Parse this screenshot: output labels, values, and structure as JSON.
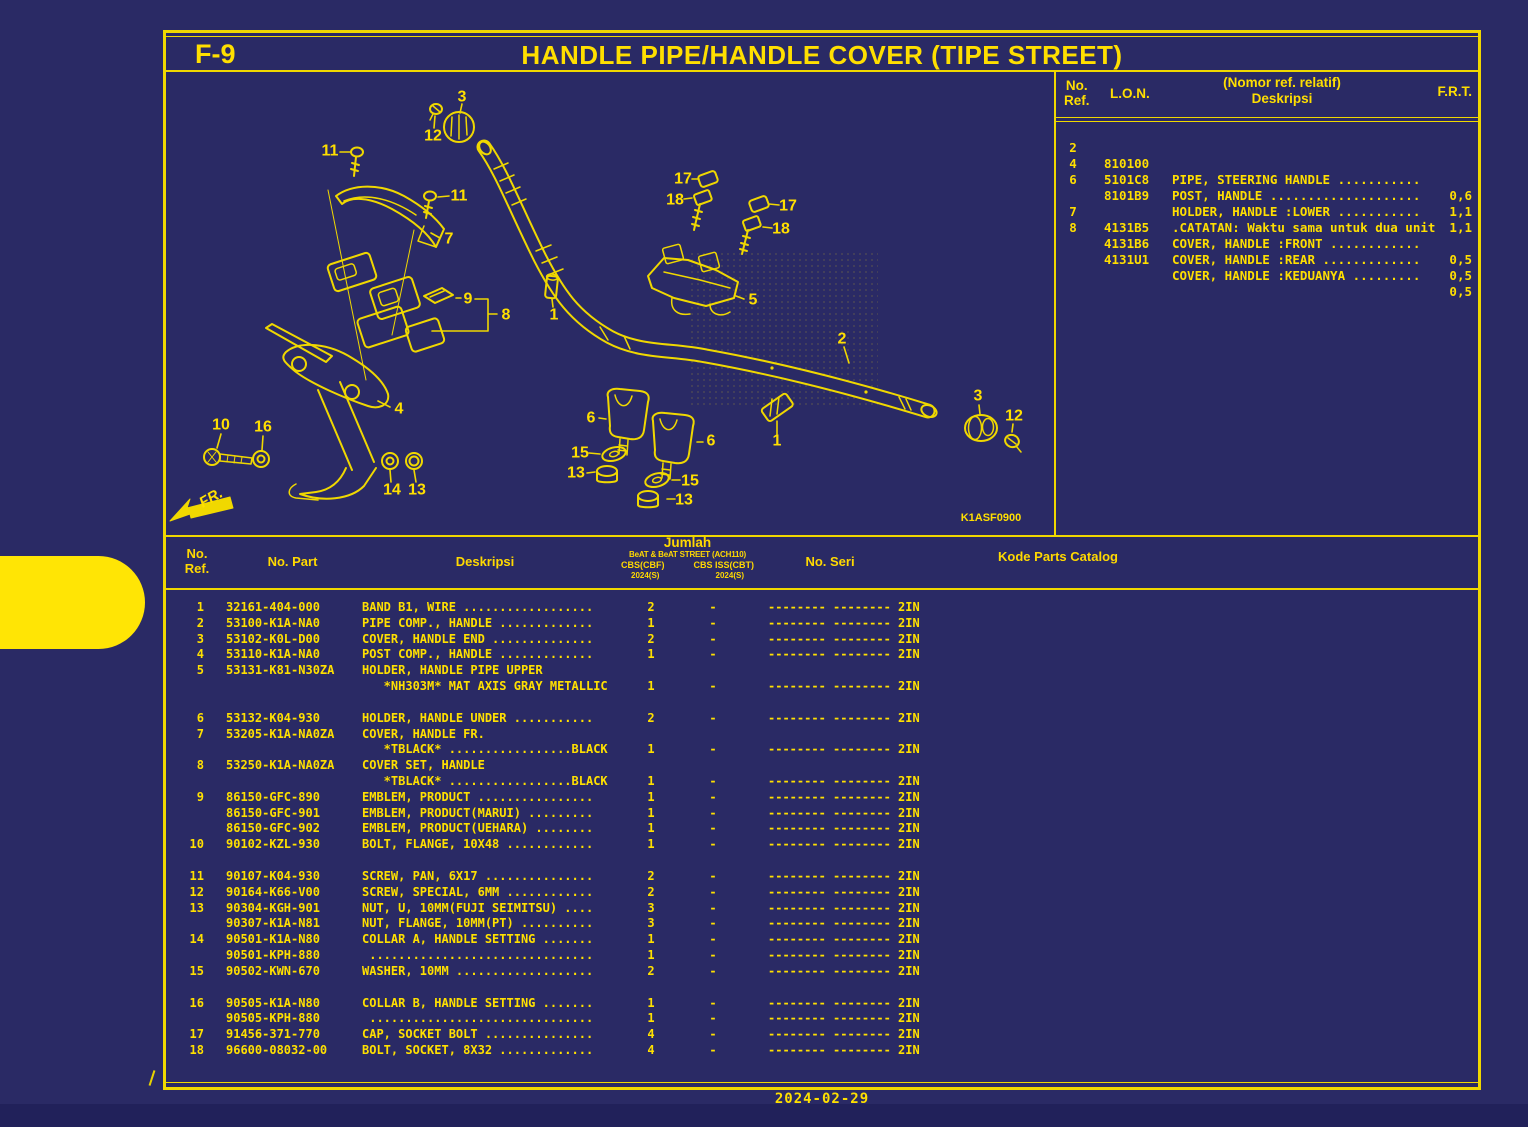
{
  "page": {
    "code": "F-9",
    "title": "HANDLE PIPE/HANDLE COVER (TIPE STREET)",
    "diagram_code": "K1ASF0900",
    "fr_label": "FR.",
    "date": "2024-02-29"
  },
  "ref_table": {
    "headers": {
      "ref_line1": "No.",
      "ref_line2": "Ref.",
      "lon": "L.O.N.",
      "desc_line1": "(Nomor ref. relatif)",
      "desc_line2": "Deskripsi",
      "frt": "F.R.T."
    },
    "rows": [
      {
        "ref": "2",
        "lon": "810100",
        "desc": "PIPE, STEERING HANDLE ...........",
        "frt": "0,6"
      },
      {
        "ref": "4",
        "lon": "5101C8",
        "desc": "POST, HANDLE ....................",
        "frt": "1,1"
      },
      {
        "ref": "6",
        "lon": "8101B9",
        "desc": "HOLDER, HANDLE :LOWER ...........",
        "frt": "1,1"
      },
      {
        "ref": "",
        "lon": "",
        "desc": ".CATATAN: Waktu sama untuk dua unit",
        "frt": ""
      },
      {
        "ref": "7",
        "lon": "4131B5",
        "desc": "COVER, HANDLE :FRONT ............",
        "frt": "0,5"
      },
      {
        "ref": "8",
        "lon": "4131B6",
        "desc": "COVER, HANDLE :REAR .............",
        "frt": "0,5"
      },
      {
        "ref": "",
        "lon": "4131U1",
        "desc": "COVER, HANDLE :KEDUANYA .........",
        "frt": "0,5"
      }
    ]
  },
  "main_table": {
    "headers": {
      "ref_line1": "No.",
      "ref_line2": "Ref.",
      "part": "No. Part",
      "desc": "Deskripsi",
      "jumlah": "Jumlah",
      "jumlah_model": "BeAT & BeAT STREET (ACH110)",
      "jumlah_col1": "CBS(CBF)",
      "jumlah_col2": "CBS ISS(CBT)",
      "jumlah_year1": "2024(S)",
      "jumlah_year2": "2024(S)",
      "seri": "No. Seri",
      "kode": "Kode Parts Catalog"
    },
    "rows": [
      {
        "ref": "1",
        "part": "32161-404-000",
        "desc": "BAND B1, WIRE ..................",
        "qty": "2",
        "q2": "-",
        "seri": "-------- -------- 2IN"
      },
      {
        "ref": "2",
        "part": "53100-K1A-NA0",
        "desc": "PIPE COMP., HANDLE .............",
        "qty": "1",
        "q2": "-",
        "seri": "-------- -------- 2IN"
      },
      {
        "ref": "3",
        "part": "53102-K0L-D00",
        "desc": "COVER, HANDLE END ..............",
        "qty": "2",
        "q2": "-",
        "seri": "-------- -------- 2IN"
      },
      {
        "ref": "4",
        "part": "53110-K1A-NA0",
        "desc": "POST COMP., HANDLE .............",
        "qty": "1",
        "q2": "-",
        "seri": "-------- -------- 2IN"
      },
      {
        "ref": "5",
        "part": "53131-K81-N30ZA",
        "desc": "HOLDER, HANDLE PIPE UPPER",
        "qty": "",
        "q2": "",
        "seri": ""
      },
      {
        "ref": "",
        "part": "",
        "desc": "   *NH303M* MAT AXIS GRAY METALLIC",
        "qty": "1",
        "q2": "-",
        "seri": "-------- -------- 2IN"
      },
      {
        "ref": "6",
        "part": "53132-K04-930",
        "desc": "HOLDER, HANDLE UNDER ...........",
        "qty": "2",
        "q2": "-",
        "seri": "-------- -------- 2IN",
        "gap": true
      },
      {
        "ref": "7",
        "part": "53205-K1A-NA0ZA",
        "desc": "COVER, HANDLE FR.",
        "qty": "",
        "q2": "",
        "seri": ""
      },
      {
        "ref": "",
        "part": "",
        "desc": "   *TBLACK* .................BLACK",
        "qty": "1",
        "q2": "-",
        "seri": "-------- -------- 2IN"
      },
      {
        "ref": "8",
        "part": "53250-K1A-NA0ZA",
        "desc": "COVER SET, HANDLE",
        "qty": "",
        "q2": "",
        "seri": ""
      },
      {
        "ref": "",
        "part": "",
        "desc": "   *TBLACK* .................BLACK",
        "qty": "1",
        "q2": "-",
        "seri": "-------- -------- 2IN"
      },
      {
        "ref": "9",
        "part": "86150-GFC-890",
        "desc": "EMBLEM, PRODUCT ................",
        "qty": "1",
        "q2": "-",
        "seri": "-------- -------- 2IN"
      },
      {
        "ref": "",
        "part": "86150-GFC-901",
        "desc": "EMBLEM, PRODUCT(MARUI) .........",
        "qty": "1",
        "q2": "-",
        "seri": "-------- -------- 2IN"
      },
      {
        "ref": "",
        "part": "86150-GFC-902",
        "desc": "EMBLEM, PRODUCT(UEHARA) ........",
        "qty": "1",
        "q2": "-",
        "seri": "-------- -------- 2IN"
      },
      {
        "ref": "10",
        "part": "90102-KZL-930",
        "desc": "BOLT, FLANGE, 10X48 ............",
        "qty": "1",
        "q2": "-",
        "seri": "-------- -------- 2IN"
      },
      {
        "ref": "11",
        "part": "90107-K04-930",
        "desc": "SCREW, PAN, 6X17 ...............",
        "qty": "2",
        "q2": "-",
        "seri": "-------- -------- 2IN",
        "gap": true
      },
      {
        "ref": "12",
        "part": "90164-K66-V00",
        "desc": "SCREW, SPECIAL, 6MM ............",
        "qty": "2",
        "q2": "-",
        "seri": "-------- -------- 2IN"
      },
      {
        "ref": "13",
        "part": "90304-KGH-901",
        "desc": "NUT, U, 10MM(FUJI SEIMITSU) ....",
        "qty": "3",
        "q2": "-",
        "seri": "-------- -------- 2IN"
      },
      {
        "ref": "",
        "part": "90307-K1A-N81",
        "desc": "NUT, FLANGE, 10MM(PT) ..........",
        "qty": "3",
        "q2": "-",
        "seri": "-------- -------- 2IN"
      },
      {
        "ref": "14",
        "part": "90501-K1A-N80",
        "desc": "COLLAR A, HANDLE SETTING .......",
        "qty": "1",
        "q2": "-",
        "seri": "-------- -------- 2IN"
      },
      {
        "ref": "",
        "part": "90501-KPH-880",
        "desc": " ...............................",
        "qty": "1",
        "q2": "-",
        "seri": "-------- -------- 2IN"
      },
      {
        "ref": "15",
        "part": "90502-KWN-670",
        "desc": "WASHER, 10MM ...................",
        "qty": "2",
        "q2": "-",
        "seri": "-------- -------- 2IN"
      },
      {
        "ref": "16",
        "part": "90505-K1A-N80",
        "desc": "COLLAR B, HANDLE SETTING .......",
        "qty": "1",
        "q2": "-",
        "seri": "-------- -------- 2IN",
        "gap": true
      },
      {
        "ref": "",
        "part": "90505-KPH-880",
        "desc": " ...............................",
        "qty": "1",
        "q2": "-",
        "seri": "-------- -------- 2IN"
      },
      {
        "ref": "17",
        "part": "91456-371-770",
        "desc": "CAP, SOCKET BOLT ...............",
        "qty": "4",
        "q2": "-",
        "seri": "-------- -------- 2IN"
      },
      {
        "ref": "18",
        "part": "96600-08032-00",
        "desc": "BOLT, SOCKET, 8X32 .............",
        "qty": "4",
        "q2": "-",
        "seri": "-------- -------- 2IN"
      }
    ]
  },
  "diagram": {
    "callouts": [
      "3",
      "12",
      "11",
      "11",
      "7",
      "9",
      "8",
      "1",
      "4",
      "10",
      "16",
      "14",
      "13",
      "17",
      "18",
      "17",
      "18",
      "5",
      "2",
      "1",
      "3",
      "12",
      "6",
      "6",
      "15",
      "15",
      "13",
      "13"
    ]
  },
  "colors": {
    "background": "#2a2a65",
    "line_yellow": "#f0d800",
    "text_yellow": "#ffe000",
    "tab_yellow": "#ffe505"
  }
}
